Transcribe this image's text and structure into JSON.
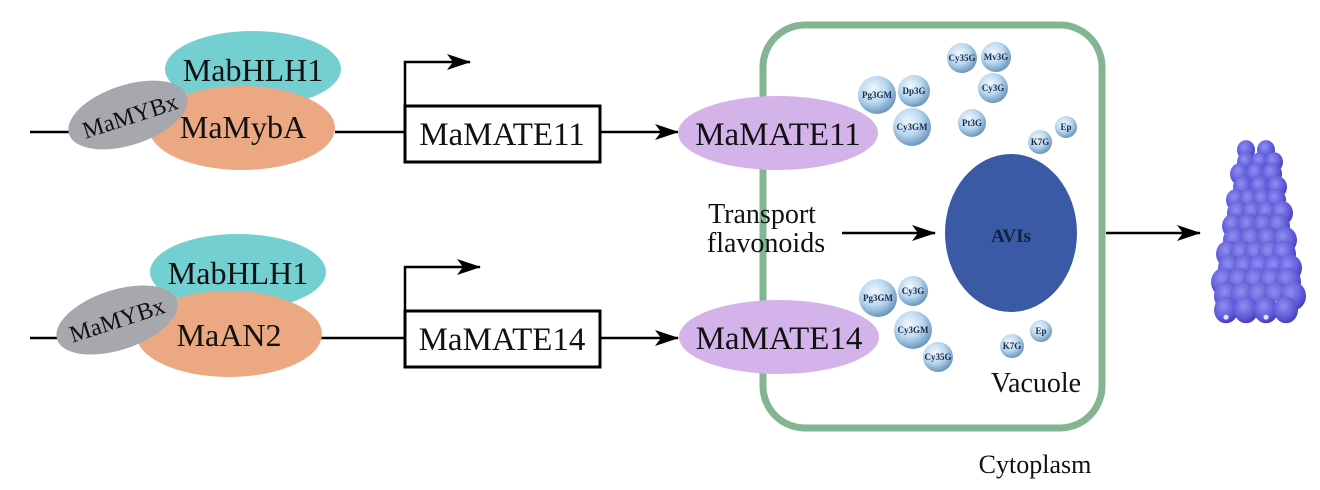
{
  "colors": {
    "bhlh": "#74cfd0",
    "myb_orange": "#eba883",
    "mybx_gray": "#a6a8ad",
    "mate_protein": "#d3b3ea",
    "cell_wall": "#84b593",
    "avis": "#3a5aa6",
    "bubble": "#b4d4ee",
    "line": "#000000"
  },
  "complexes": [
    {
      "bhlh": "MabHLH1",
      "myb": "MaMybA",
      "mybx": "MaMYBx",
      "gene": "MaMATE11",
      "protein": "MaMATE11"
    },
    {
      "bhlh": "MabHLH1",
      "myb": "MaAN2",
      "mybx": "MaMYBx",
      "gene": "MaMATE14",
      "protein": "MaMATE14"
    }
  ],
  "transport_label": [
    "Transport",
    "flavonoids"
  ],
  "avis_label": "AVIs",
  "vacuole_label": "Vacuole",
  "cytoplasm_label": "Cytoplasm",
  "flavonoids_top": [
    "Pg3GM",
    "Dp3G",
    "Cy3GM",
    "Cy35G",
    "Mv3G",
    "Cy3G",
    "Pt3G",
    "K7G",
    "Ep"
  ],
  "flavonoids_bottom": [
    "Pg3GM",
    "Cy3G",
    "Cy3GM",
    "Cy35G",
    "K7G",
    "Ep"
  ],
  "flower": "grape-hyacinth-inflorescence"
}
